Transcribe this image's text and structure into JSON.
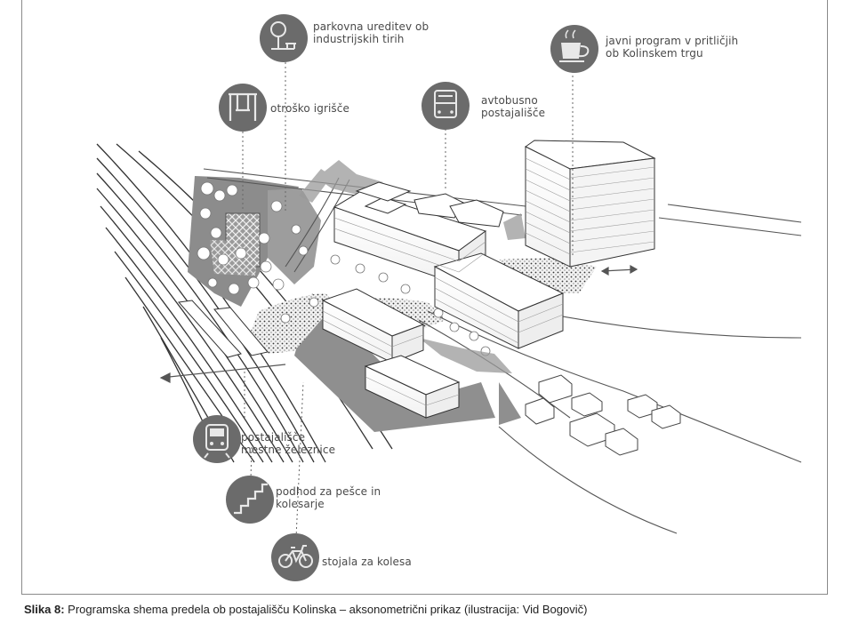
{
  "callouts": {
    "park": {
      "line1": "parkovna ureditev ob",
      "line2": "industrijskih tirih",
      "icon": "tree-bench-icon"
    },
    "playground": {
      "line1": "otroško igrišče",
      "icon": "swing-icon"
    },
    "bus": {
      "line1": "avtobusno",
      "line2": "postajališče",
      "icon": "bus-icon"
    },
    "cafe": {
      "line1": "javni program v pritličjih",
      "line2": "ob Kolinskem trgu",
      "icon": "coffee-cup-icon"
    },
    "train": {
      "line1": "postajališče",
      "line2": "mestne železnice",
      "icon": "train-icon"
    },
    "underpass": {
      "line1": "podhod za pešce in",
      "line2": "kolesarje",
      "icon": "stairs-icon"
    },
    "bikes": {
      "line1": "stojala za kolesa",
      "icon": "bicycle-icon"
    }
  },
  "caption": {
    "label": "Slika 8:",
    "text": "Programska shema predela ob postajališču Kolinska – aksonometrični prikaz (ilustracija: Vid Bogovič)"
  },
  "colors": {
    "icon_circle": "#6b6b6b",
    "ground_dark": "#8c8c8c",
    "lines": "#3a3a3a"
  }
}
